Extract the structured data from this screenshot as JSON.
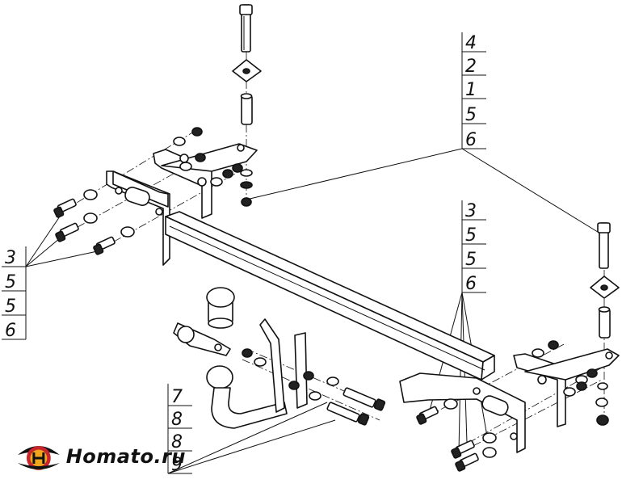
{
  "callouts": {
    "top_right": [
      "4",
      "2",
      "1",
      "5",
      "6"
    ],
    "left": [
      "3",
      "5",
      "5",
      "6"
    ],
    "middle_right": [
      "3",
      "5",
      "5",
      "6"
    ],
    "bottom_left": [
      "7",
      "8",
      "8",
      "9"
    ]
  },
  "logo": {
    "text": "Homato.ru",
    "colors": {
      "outer": "#c8252c",
      "inner": "#f1a51c",
      "mark": "#111111"
    }
  }
}
